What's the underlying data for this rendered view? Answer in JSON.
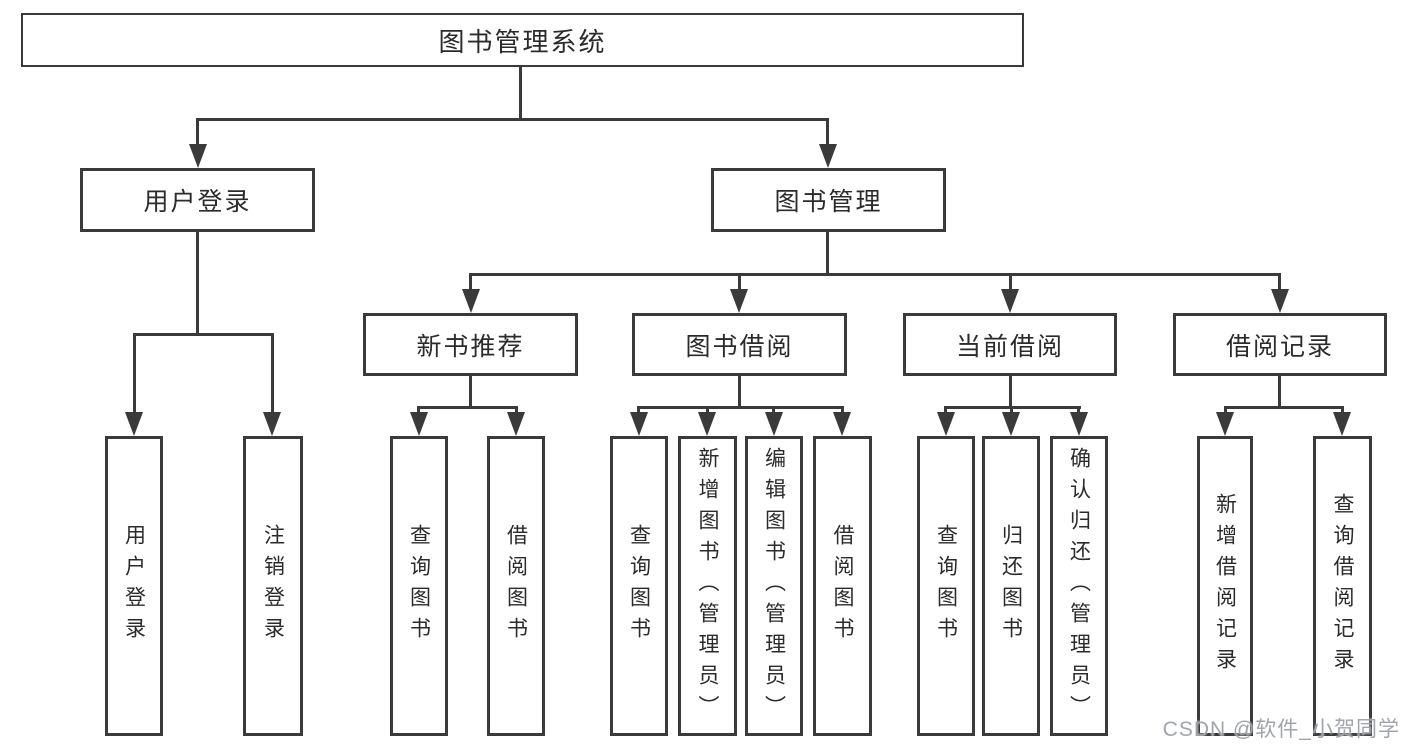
{
  "diagram": {
    "type": "tree",
    "title": "图书管理系统",
    "nodes": {
      "root": "图书管理系统",
      "user_login": "用户登录",
      "book_mgmt": "图书管理",
      "new_book_rec": "新书推荐",
      "book_borrow": "图书借阅",
      "current_borrow": "当前借阅",
      "borrow_records": "借阅记录",
      "login": "用户登录",
      "logout": "注销登录",
      "query_book_a": "查询图书",
      "borrow_book_a": "借阅图书",
      "query_book_b": "查询图书",
      "add_book_admin": "新增图书（管理员）",
      "edit_book_admin": "编辑图书（管理员）",
      "borrow_book_b": "借阅图书",
      "query_book_c": "查询图书",
      "return_book": "归还图书",
      "confirm_return_admin": "确认归还（管理员）",
      "add_borrow_record": "新增借阅记录",
      "query_borrow_record": "查询借阅记录"
    },
    "hierarchy": {
      "图书管理系统": {
        "用户登录": [
          "用户登录",
          "注销登录"
        ],
        "图书管理": {
          "新书推荐": [
            "查询图书",
            "借阅图书"
          ],
          "图书借阅": [
            "查询图书",
            "新增图书（管理员）",
            "编辑图书（管理员）",
            "借阅图书"
          ],
          "当前借阅": [
            "查询图书",
            "归还图书",
            "确认归还（管理员）"
          ],
          "借阅记录": [
            "新增借阅记录",
            "查询借阅记录"
          ]
        }
      }
    },
    "colors": {
      "line": "#3a3a3a",
      "box_fill": "#ffffff",
      "text": "#2b2b2b",
      "background": "#ffffff",
      "watermark": "#9aa0a6"
    }
  },
  "watermark": "CSDN @软件_小贺同学"
}
